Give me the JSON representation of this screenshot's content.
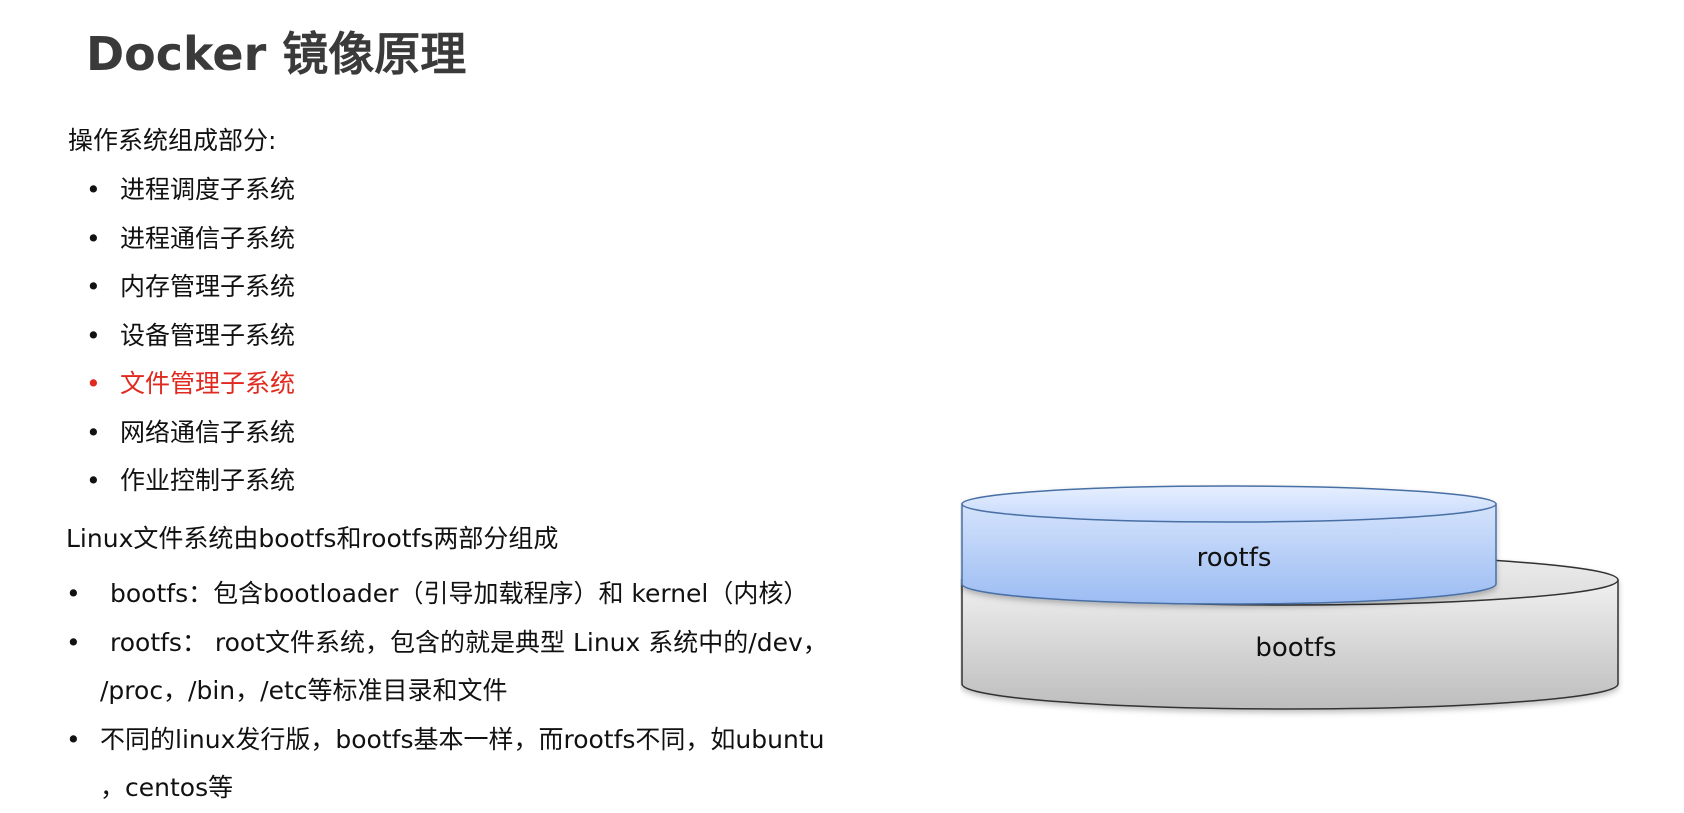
{
  "title": "Docker 镜像原理",
  "os_section": {
    "heading": "操作系统组成部分:",
    "items": [
      {
        "label": "进程调度子系统",
        "highlight": false
      },
      {
        "label": "进程通信子系统",
        "highlight": false
      },
      {
        "label": "内存管理子系统",
        "highlight": false
      },
      {
        "label": "设备管理子系统",
        "highlight": false
      },
      {
        "label": "文件管理子系统",
        "highlight": true
      },
      {
        "label": "网络通信子系统",
        "highlight": false
      },
      {
        "label": "作业控制子系统",
        "highlight": false
      }
    ],
    "highlight_color": "#e0291f"
  },
  "fs_section": {
    "heading": "Linux文件系统由bootfs和rootfs两部分组成",
    "items": [
      {
        "lines": [
          "bootfs：包含bootloader（引导加载程序）和 kernel（内核）"
        ],
        "leading_space": true
      },
      {
        "lines": [
          "rootfs： root文件系统，包含的就是典型 Linux 系统中的/dev，",
          "/proc，/bin，/etc等标准目录和文件"
        ],
        "leading_space": true
      },
      {
        "lines": [
          "不同的linux发行版，bootfs基本一样，而rootfs不同，如ubuntu",
          "，centos等"
        ],
        "leading_space": false
      }
    ]
  },
  "diagram": {
    "top_layer_label": "rootfs",
    "bottom_layer_label": "bootfs",
    "top_layer_color": "#a9c8f7",
    "bottom_layer_color": "#d4d4d4"
  },
  "bullet_glyph": "•"
}
